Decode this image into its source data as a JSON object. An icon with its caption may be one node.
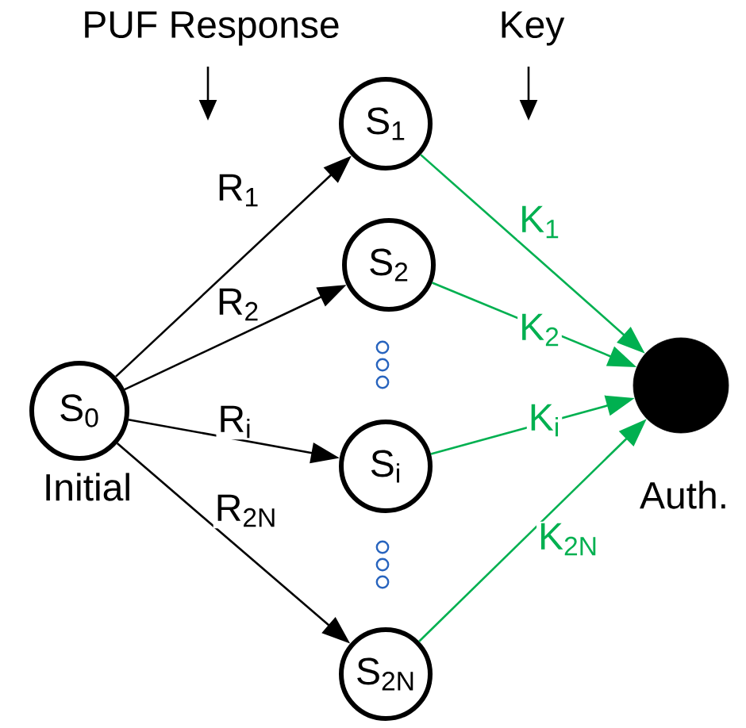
{
  "diagram": {
    "nodes": [
      {
        "text": [
          "S$_{0}$"
        ],
        "beside": [
          "Initial"
        ]
      },
      {
        "text": [
          "S$_{1}$"
        ]
      },
      {
        "text": [
          "S$_{2}$"
        ]
      },
      {
        "text": [
          "S$_{i}$"
        ]
      },
      {
        "text": [
          "S$_{2N}$"
        ]
      },
      {
        "text": [],
        "shape": "circle",
        "beside": [
          "Auth."
        ]
      }
    ],
    "edges": [
      {
        "from": 0,
        "to": 1,
        "arrow": "to",
        "label": "R$_{1}$"
      },
      {
        "from": 0,
        "to": 2,
        "arrow": "to",
        "label": "R$_{2}$"
      },
      {
        "from": 0,
        "to": 3,
        "arrow": "to",
        "label": "R$_{i}$"
      },
      {
        "from": 0,
        "to": 4,
        "arrow": "to",
        "label": "R$_{2N}$"
      },
      {
        "from": 1,
        "to": 5,
        "arrow": "to",
        "label": "K$_{1}$",
        "color": "#00b050"
      },
      {
        "from": 2,
        "to": 5,
        "arrow": "to",
        "label": "K$_{2}$",
        "color": "#00b050"
      },
      {
        "from": 3,
        "to": 5,
        "arrow": "to",
        "label": "K$_{i}$",
        "color": "#00b050"
      },
      {
        "from": 4,
        "to": 5,
        "arrow": "to",
        "label": "K$_{2N}$",
        "color": "#00b050"
      }
    ],
    "labels": [
      "PUF Response",
      "Key"
    ]
  }
}
